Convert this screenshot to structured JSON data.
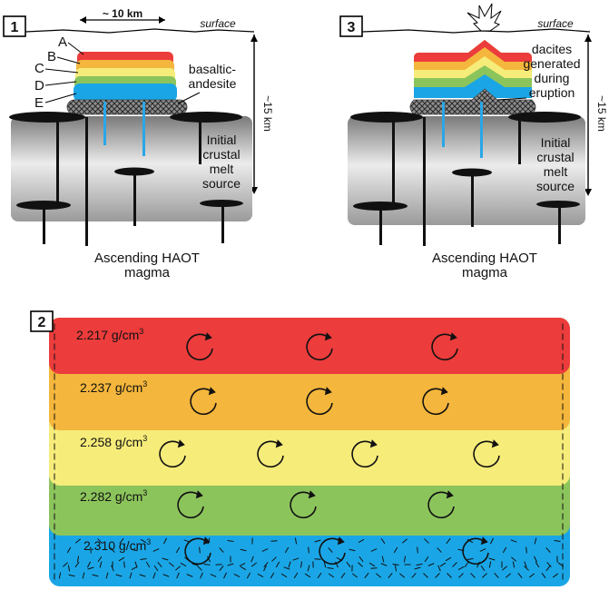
{
  "panel1": {
    "number": "1",
    "width_label": "~ 10 km",
    "surface_label": "surface",
    "depth_label": "~15 km",
    "layer_letters": [
      "A",
      "B",
      "C",
      "D",
      "E"
    ],
    "basaltic_label": [
      "basaltic-",
      "andesite"
    ],
    "source_label": [
      "Initial",
      "crustal",
      "melt",
      "source"
    ],
    "magma_label": [
      "Ascending HAOT",
      "magma"
    ]
  },
  "panel3": {
    "number": "3",
    "surface_label": "surface",
    "depth_label": "~15 km",
    "dacite_label": [
      "dacites",
      "generated",
      "during",
      "eruption"
    ],
    "source_label": [
      "Initial",
      "crustal",
      "melt",
      "source"
    ],
    "magma_label": [
      "Ascending HAOT",
      "magma"
    ]
  },
  "panel2": {
    "number": "2",
    "layers": [
      {
        "density": "2.217 g/cm",
        "exp": "3",
        "color": "#ec3c3c"
      },
      {
        "density": "2.237 g/cm",
        "exp": "3",
        "color": "#f4b63c"
      },
      {
        "density": "2.258 g/cm",
        "exp": "3",
        "color": "#f6ec7a"
      },
      {
        "density": "2.282 g/cm",
        "exp": "3",
        "color": "#8cc45c"
      },
      {
        "density": "2.310 g/cm",
        "exp": "3",
        "color": "#1aa6e6"
      }
    ]
  },
  "colors": {
    "layer_a": "#ec3c3c",
    "layer_b": "#f4b63c",
    "layer_c": "#f6ec7a",
    "layer_d": "#8cc45c",
    "layer_e": "#1aa6e6",
    "dike": "#2aa6e6"
  }
}
